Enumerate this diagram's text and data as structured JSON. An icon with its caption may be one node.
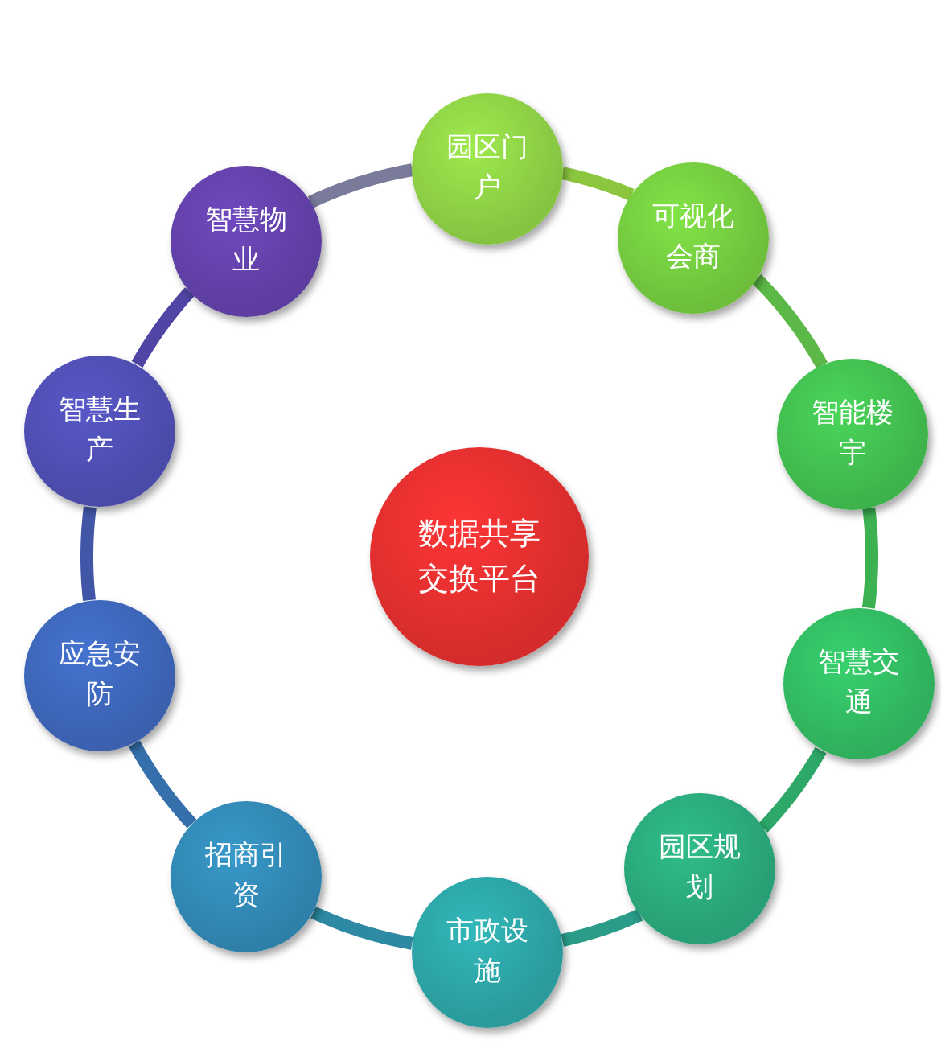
{
  "diagram": {
    "nodes": [
      {
        "text": [
          "园区门户"
        ]
      },
      {
        "text": [
          "可视化会商"
        ]
      },
      {
        "text": [
          "智能楼宇"
        ]
      },
      {
        "text": [
          "智慧交通"
        ]
      },
      {
        "text": [
          "园区规划"
        ]
      },
      {
        "text": [
          "市政设施"
        ]
      },
      {
        "text": [
          "招商引资"
        ]
      },
      {
        "text": [
          "应急安防"
        ]
      },
      {
        "text": [
          "智慧生产"
        ]
      },
      {
        "text": [
          "智慧物业"
        ]
      },
      {
        "text": [
          "数据共享交换平台"
        ]
      }
    ],
    "edges": [
      {
        "from": 0,
        "to": 1,
        "arrow": "none",
        "color": "#8cc63f"
      },
      {
        "from": 1,
        "to": 2,
        "arrow": "none",
        "color": "#5cb947"
      },
      {
        "from": 2,
        "to": 3,
        "arrow": "none",
        "color": "#3cb152"
      },
      {
        "from": 3,
        "to": 4,
        "arrow": "none",
        "color": "#2da868"
      },
      {
        "from": 4,
        "to": 5,
        "arrow": "none",
        "color": "#2a9c88"
      },
      {
        "from": 5,
        "to": 6,
        "arrow": "none",
        "color": "#2d8aa2"
      },
      {
        "from": 6,
        "to": 7,
        "arrow": "none",
        "color": "#3570ac"
      },
      {
        "from": 7,
        "to": 8,
        "arrow": "none",
        "color": "#4256a8"
      },
      {
        "from": 8,
        "to": 9,
        "arrow": "none",
        "color": "#5045a4"
      },
      {
        "from": 9,
        "to": 0,
        "arrow": "none",
        "color": "#7a7a9a"
      }
    ]
  }
}
